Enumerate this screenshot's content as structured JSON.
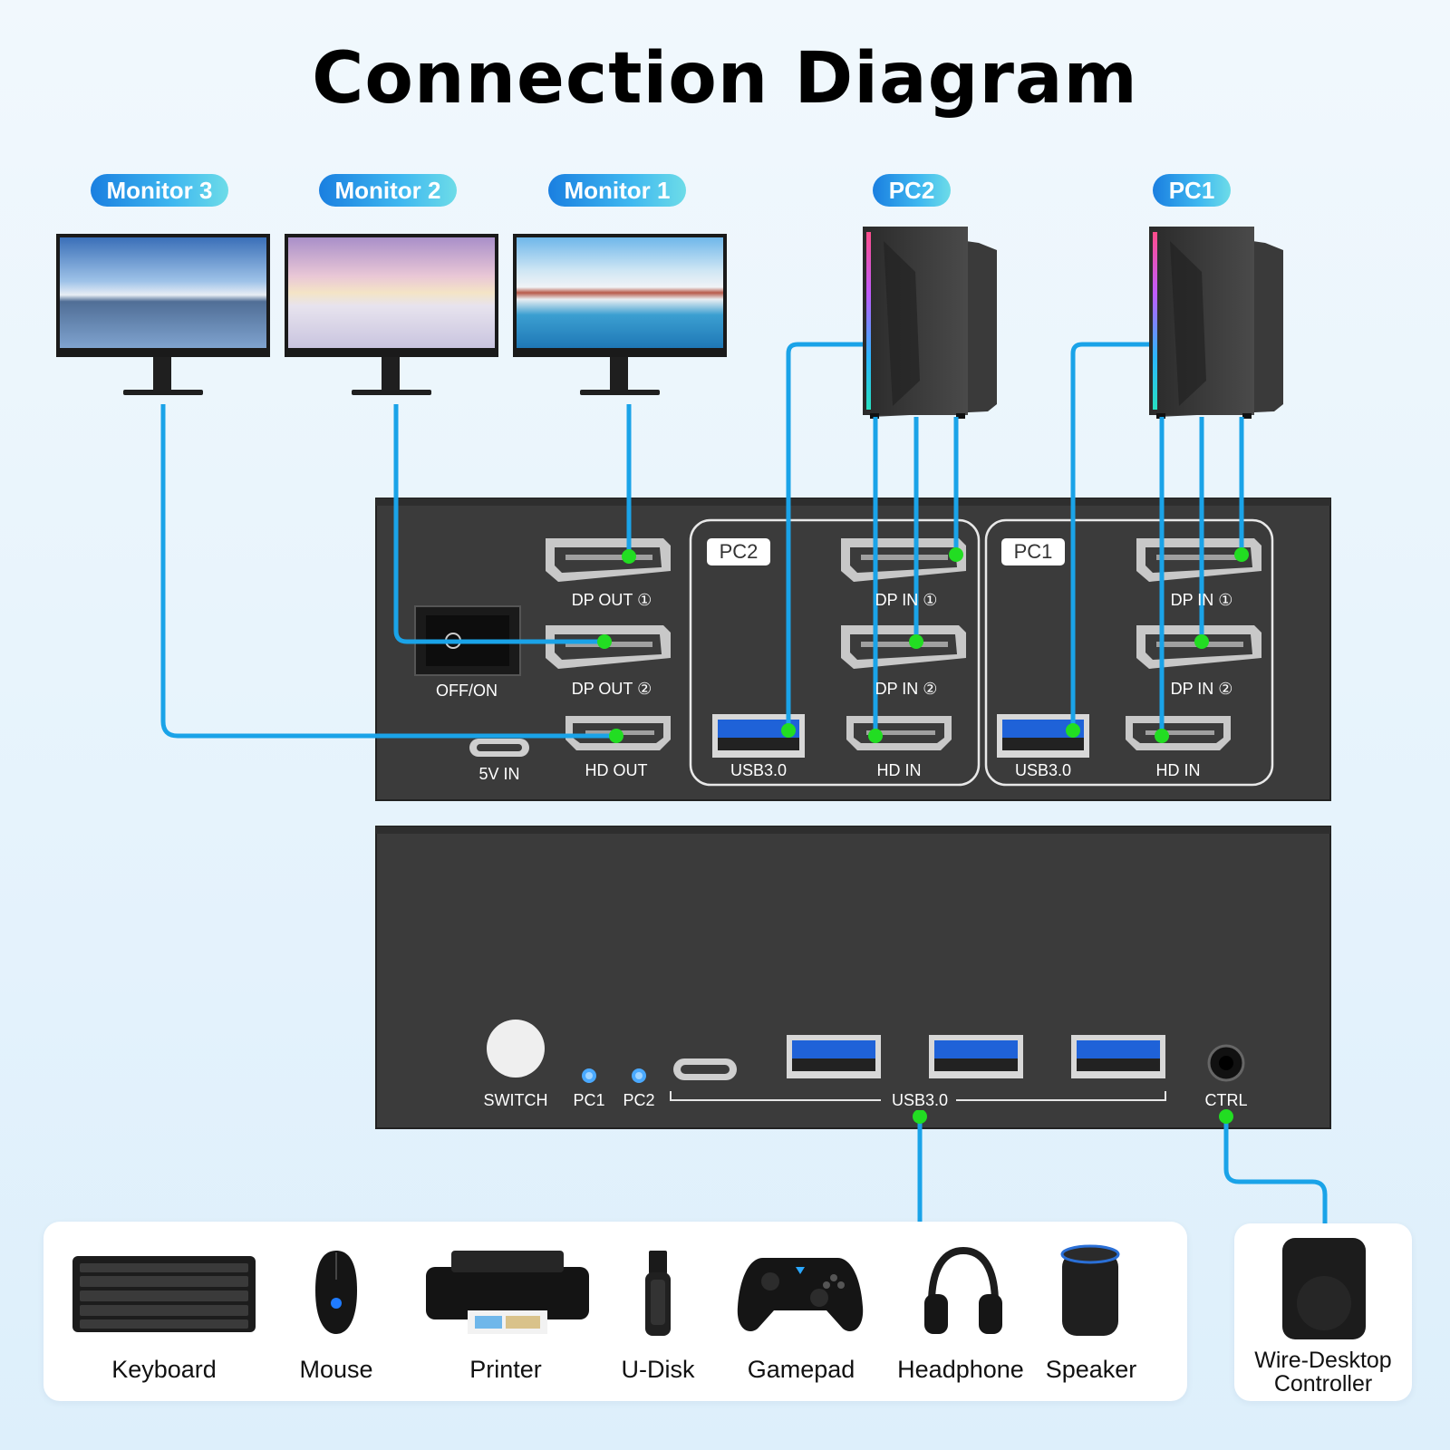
{
  "title": "Connection Diagram",
  "labels": {
    "monitor3": "Monitor 3",
    "monitor2": "Monitor 2",
    "monitor1": "Monitor 1",
    "pc2": "PC2",
    "pc1": "PC1"
  },
  "rear_panel": {
    "power_switch": "OFF/ON",
    "power_in": "5V IN",
    "dp_out_1": "DP OUT ①",
    "dp_out_2": "DP OUT ②",
    "hd_out": "HD OUT",
    "group_pc2": "PC2",
    "group_pc1": "PC1",
    "dp_in_1": "DP IN ①",
    "dp_in_2": "DP IN ②",
    "usb": "USB3.0",
    "hd_in": "HD IN"
  },
  "front_panel": {
    "switch": "SWITCH",
    "led_pc1": "PC1",
    "led_pc2": "PC2",
    "usb_hub": "USB3.0",
    "ctrl": "CTRL"
  },
  "devices": [
    "Keyboard",
    "Mouse",
    "Printer",
    "U-Disk",
    "Gamepad",
    "Headphone",
    "Speaker"
  ],
  "controller": "Wire-Desktop Controller",
  "colors": {
    "cable": "#1aa3e8",
    "port_dot": "#22dd22",
    "panel": "#3b3b3b",
    "accent": "#2a8ae6"
  }
}
